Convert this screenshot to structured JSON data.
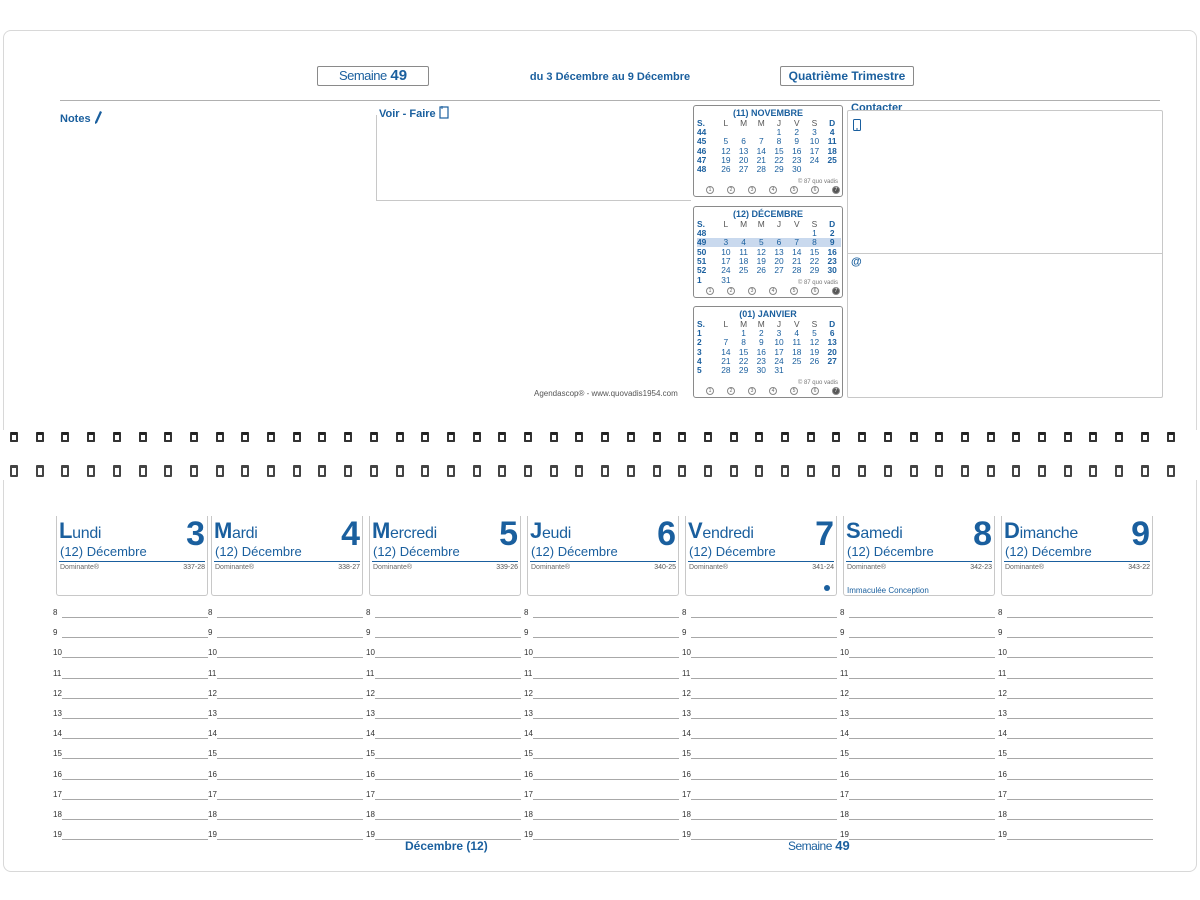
{
  "header": {
    "week_label": "Semaine",
    "week_number": "49",
    "date_range": "du 3 Décembre au 9 Décembre",
    "quarter": "Quatrième Trimestre"
  },
  "sections": {
    "notes": "Notes",
    "voir_faire": "Voir - Faire",
    "contacter": "Contacter",
    "email_symbol": "@",
    "credit": "Agendascop® - www.quovadis1954.com"
  },
  "mini_calendars": [
    {
      "title": "(11) NOVEMBRE",
      "head": [
        "S.",
        "L",
        "M",
        "M",
        "J",
        "V",
        "S",
        "D"
      ],
      "rows": [
        [
          "44",
          "",
          "",
          "",
          "1",
          "2",
          "3",
          "4"
        ],
        [
          "45",
          "5",
          "6",
          "7",
          "8",
          "9",
          "10",
          "11"
        ],
        [
          "46",
          "12",
          "13",
          "14",
          "15",
          "16",
          "17",
          "18"
        ],
        [
          "47",
          "19",
          "20",
          "21",
          "22",
          "23",
          "24",
          "25"
        ],
        [
          "48",
          "26",
          "27",
          "28",
          "29",
          "30",
          "",
          ""
        ]
      ],
      "highlight_row": -1,
      "copyright": "© 87 quo vadis",
      "circles": [
        "1",
        "2",
        "3",
        "4",
        "5",
        "6",
        "7"
      ]
    },
    {
      "title": "(12) DÉCEMBRE",
      "head": [
        "S.",
        "L",
        "M",
        "M",
        "J",
        "V",
        "S",
        "D"
      ],
      "rows": [
        [
          "48",
          "",
          "",
          "",
          "",
          "",
          "1",
          "2"
        ],
        [
          "49",
          "3",
          "4",
          "5",
          "6",
          "7",
          "8",
          "9"
        ],
        [
          "50",
          "10",
          "11",
          "12",
          "13",
          "14",
          "15",
          "16"
        ],
        [
          "51",
          "17",
          "18",
          "19",
          "20",
          "21",
          "22",
          "23"
        ],
        [
          "52",
          "24",
          "25",
          "26",
          "27",
          "28",
          "29",
          "30"
        ],
        [
          "1",
          "31",
          "",
          "",
          "",
          "",
          "",
          ""
        ]
      ],
      "highlight_row": 1,
      "copyright": "© 87 quo vadis",
      "circles": [
        "1",
        "2",
        "3",
        "4",
        "5",
        "6",
        "7"
      ]
    },
    {
      "title": "(01) JANVIER",
      "head": [
        "S.",
        "L",
        "M",
        "M",
        "J",
        "V",
        "S",
        "D"
      ],
      "rows": [
        [
          "1",
          "",
          "1",
          "2",
          "3",
          "4",
          "5",
          "6"
        ],
        [
          "2",
          "7",
          "8",
          "9",
          "10",
          "11",
          "12",
          "13"
        ],
        [
          "3",
          "14",
          "15",
          "16",
          "17",
          "18",
          "19",
          "20"
        ],
        [
          "4",
          "21",
          "22",
          "23",
          "24",
          "25",
          "26",
          "27"
        ],
        [
          "5",
          "28",
          "29",
          "30",
          "31",
          "",
          "",
          ""
        ]
      ],
      "highlight_row": -1,
      "copyright": "© 87 quo vadis",
      "circles": [
        "1",
        "2",
        "3",
        "4",
        "5",
        "6",
        "7"
      ]
    }
  ],
  "days": [
    {
      "cap": "L",
      "rest": "undi",
      "num": "3",
      "month": "(12) Décembre",
      "dominante": "Dominante®",
      "count": "337-28",
      "fete": ""
    },
    {
      "cap": "M",
      "rest": "ardi",
      "num": "4",
      "month": "(12) Décembre",
      "dominante": "Dominante®",
      "count": "338-27",
      "fete": ""
    },
    {
      "cap": "M",
      "rest": "ercredi",
      "num": "5",
      "month": "(12) Décembre",
      "dominante": "Dominante®",
      "count": "339-26",
      "fete": ""
    },
    {
      "cap": "J",
      "rest": "eudi",
      "num": "6",
      "month": "(12) Décembre",
      "dominante": "Dominante®",
      "count": "340-25",
      "fete": ""
    },
    {
      "cap": "V",
      "rest": "endredi",
      "num": "7",
      "month": "(12) Décembre",
      "dominante": "Dominante®",
      "count": "341-24",
      "fete": ""
    },
    {
      "cap": "S",
      "rest": "amedi",
      "num": "8",
      "month": "(12) Décembre",
      "dominante": "Dominante®",
      "count": "342-23",
      "fete": "Immaculée Conception"
    },
    {
      "cap": "D",
      "rest": "imanche",
      "num": "9",
      "month": "(12) Décembre",
      "dominante": "Dominante®",
      "count": "343-22",
      "fete": ""
    }
  ],
  "hours": [
    "8",
    "9",
    "10",
    "11",
    "12",
    "13",
    "14",
    "15",
    "16",
    "17",
    "18",
    "19"
  ],
  "footer": {
    "month": "Décembre (12)",
    "week_label": "Semaine",
    "week_number": "49"
  }
}
